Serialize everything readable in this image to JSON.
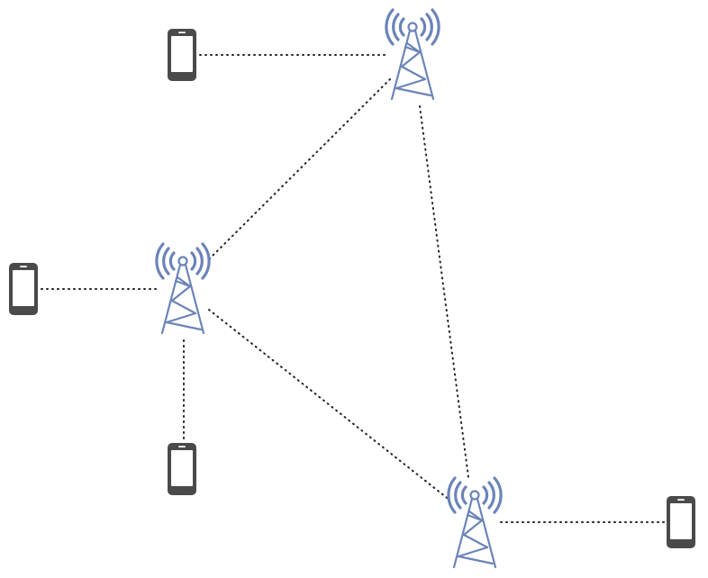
{
  "colors": {
    "background": "#ffffff",
    "tower": "#6b84b8",
    "phone": "#4a4a4a",
    "link": "#222222"
  },
  "nodes": {
    "towers": [
      {
        "id": "tower-top",
        "icon": "cell-tower-icon"
      },
      {
        "id": "tower-left",
        "icon": "cell-tower-icon"
      },
      {
        "id": "tower-bottom-right",
        "icon": "cell-tower-icon"
      }
    ],
    "phones": [
      {
        "id": "phone-top",
        "icon": "smartphone-icon",
        "connected_to": "tower-top"
      },
      {
        "id": "phone-left",
        "icon": "smartphone-icon",
        "connected_to": "tower-left"
      },
      {
        "id": "phone-bottom",
        "icon": "smartphone-icon",
        "connected_to": "tower-left"
      },
      {
        "id": "phone-right",
        "icon": "smartphone-icon",
        "connected_to": "tower-bottom-right"
      }
    ]
  },
  "links": [
    {
      "from": "tower-top",
      "to": "tower-left",
      "style": "dotted"
    },
    {
      "from": "tower-top",
      "to": "tower-bottom-right",
      "style": "dotted"
    },
    {
      "from": "tower-left",
      "to": "tower-bottom-right",
      "style": "dotted"
    },
    {
      "from": "tower-top",
      "to": "phone-top",
      "style": "dotted"
    },
    {
      "from": "tower-left",
      "to": "phone-left",
      "style": "dotted"
    },
    {
      "from": "tower-left",
      "to": "phone-bottom",
      "style": "dotted"
    },
    {
      "from": "tower-bottom-right",
      "to": "phone-right",
      "style": "dotted"
    }
  ]
}
